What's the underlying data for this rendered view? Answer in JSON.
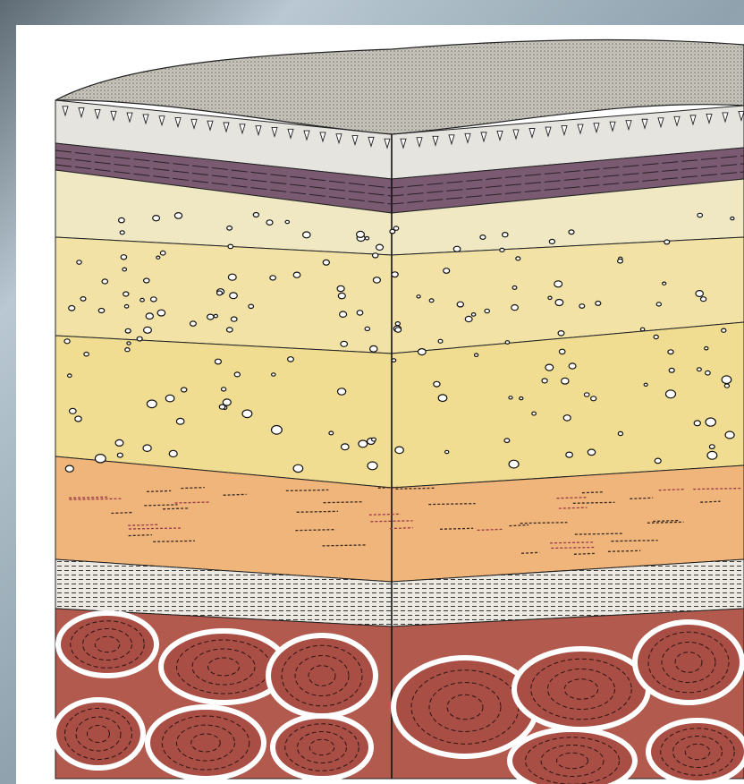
{
  "title": "",
  "diagram": {
    "kind": "layered block cross-section",
    "faces": [
      "left-face",
      "right-face"
    ],
    "layers": [
      {
        "id": "top-surface",
        "pattern": "stippled-gray",
        "color": "#b9b6ae"
      },
      {
        "id": "scale-row",
        "pattern": "scales",
        "color": "#e6e4df"
      },
      {
        "id": "brick-band",
        "pattern": "bricks",
        "color": "#7a5a70"
      },
      {
        "id": "upper-pale",
        "pattern": "sparse-dots",
        "color": "#efe8c2"
      },
      {
        "id": "mid-yellow",
        "pattern": "dots",
        "color": "#f2e2a6"
      },
      {
        "id": "lower-yellow",
        "pattern": "dense-dots",
        "color": "#f1dd92"
      },
      {
        "id": "orange-band",
        "pattern": "dashes",
        "color": "#efb57a"
      },
      {
        "id": "white-hatch",
        "pattern": "hatch",
        "color": "#e9e6df"
      },
      {
        "id": "red-cells",
        "pattern": "swirl-cells",
        "color": "#b35a4e"
      }
    ]
  }
}
